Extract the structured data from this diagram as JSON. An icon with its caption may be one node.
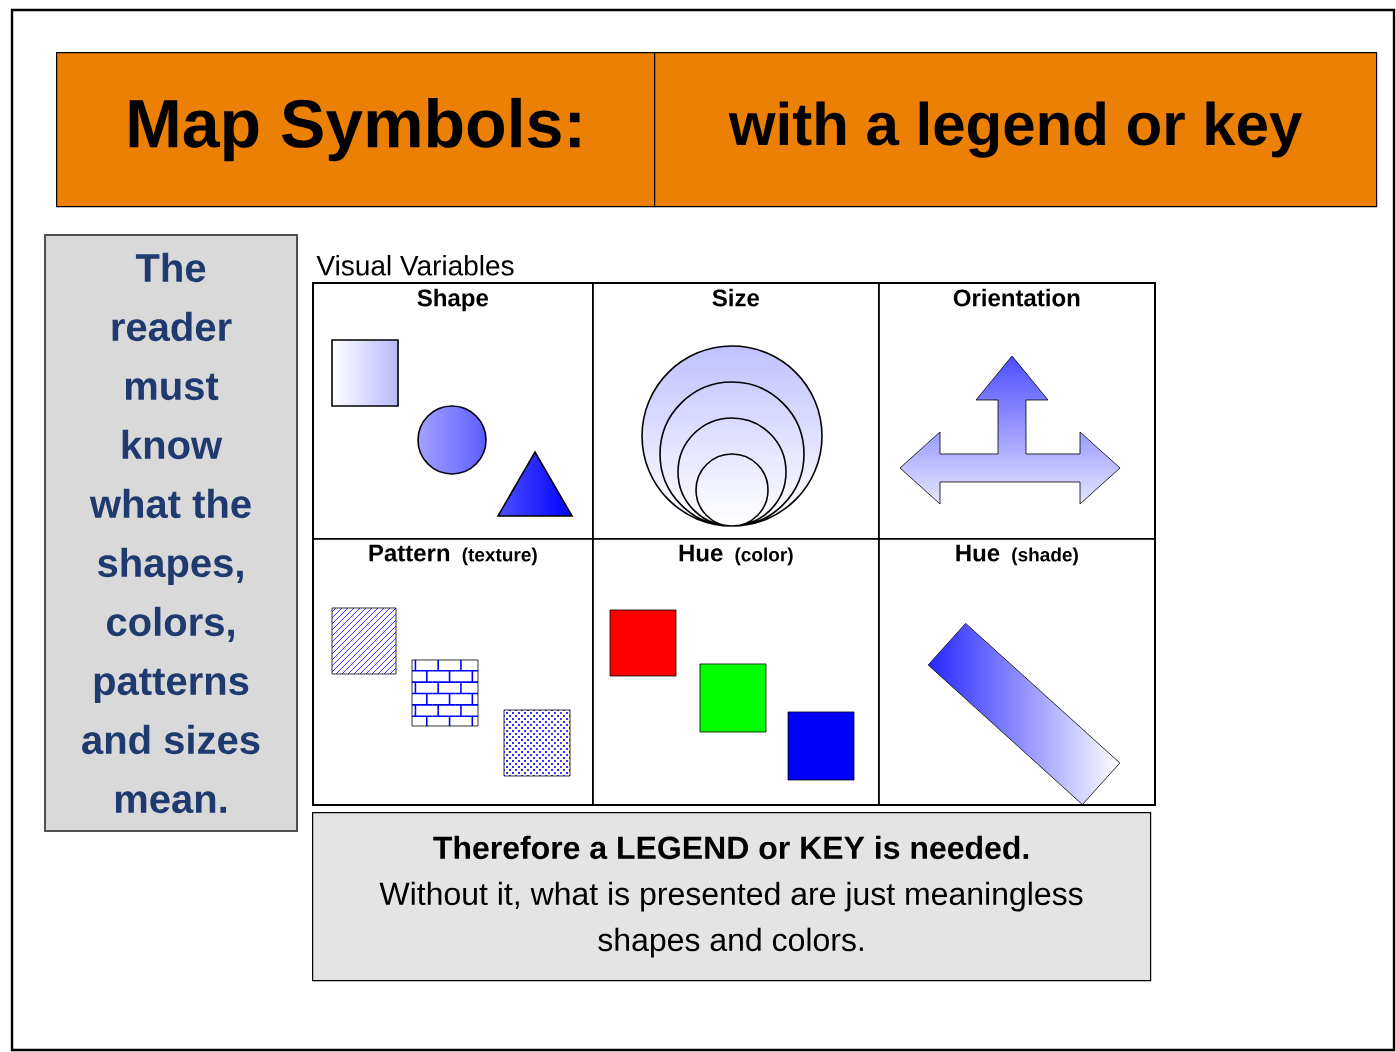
{
  "diagram": {
    "nodes": [
      {
        "text": [
          "Map Symbols:"
        ]
      },
      {
        "text": [
          "with a legend or key"
        ]
      },
      {
        "text": [
          "The reader must know what the shapes, colors, patterns and sizes mean."
        ]
      },
      {
        "text": [
          "Visual Variables"
        ]
      },
      {
        "text": [
          "Shape"
        ],
        "in": 3
      },
      {
        "text": [
          "Size"
        ],
        "in": 3
      },
      {
        "text": [
          "Orientation"
        ],
        "in": 3
      },
      {
        "text": [
          "Pattern",
          "(texture)"
        ],
        "in": 3
      },
      {
        "text": [
          "Hue",
          "(color)"
        ],
        "in": 3
      },
      {
        "text": [
          "Hue",
          "(shade)"
        ],
        "in": 3
      },
      {
        "text": [
          "Therefore a LEGEND or KEY is needed.",
          "Without it, what is presented are just meaningless shapes and colors."
        ]
      }
    ]
  }
}
